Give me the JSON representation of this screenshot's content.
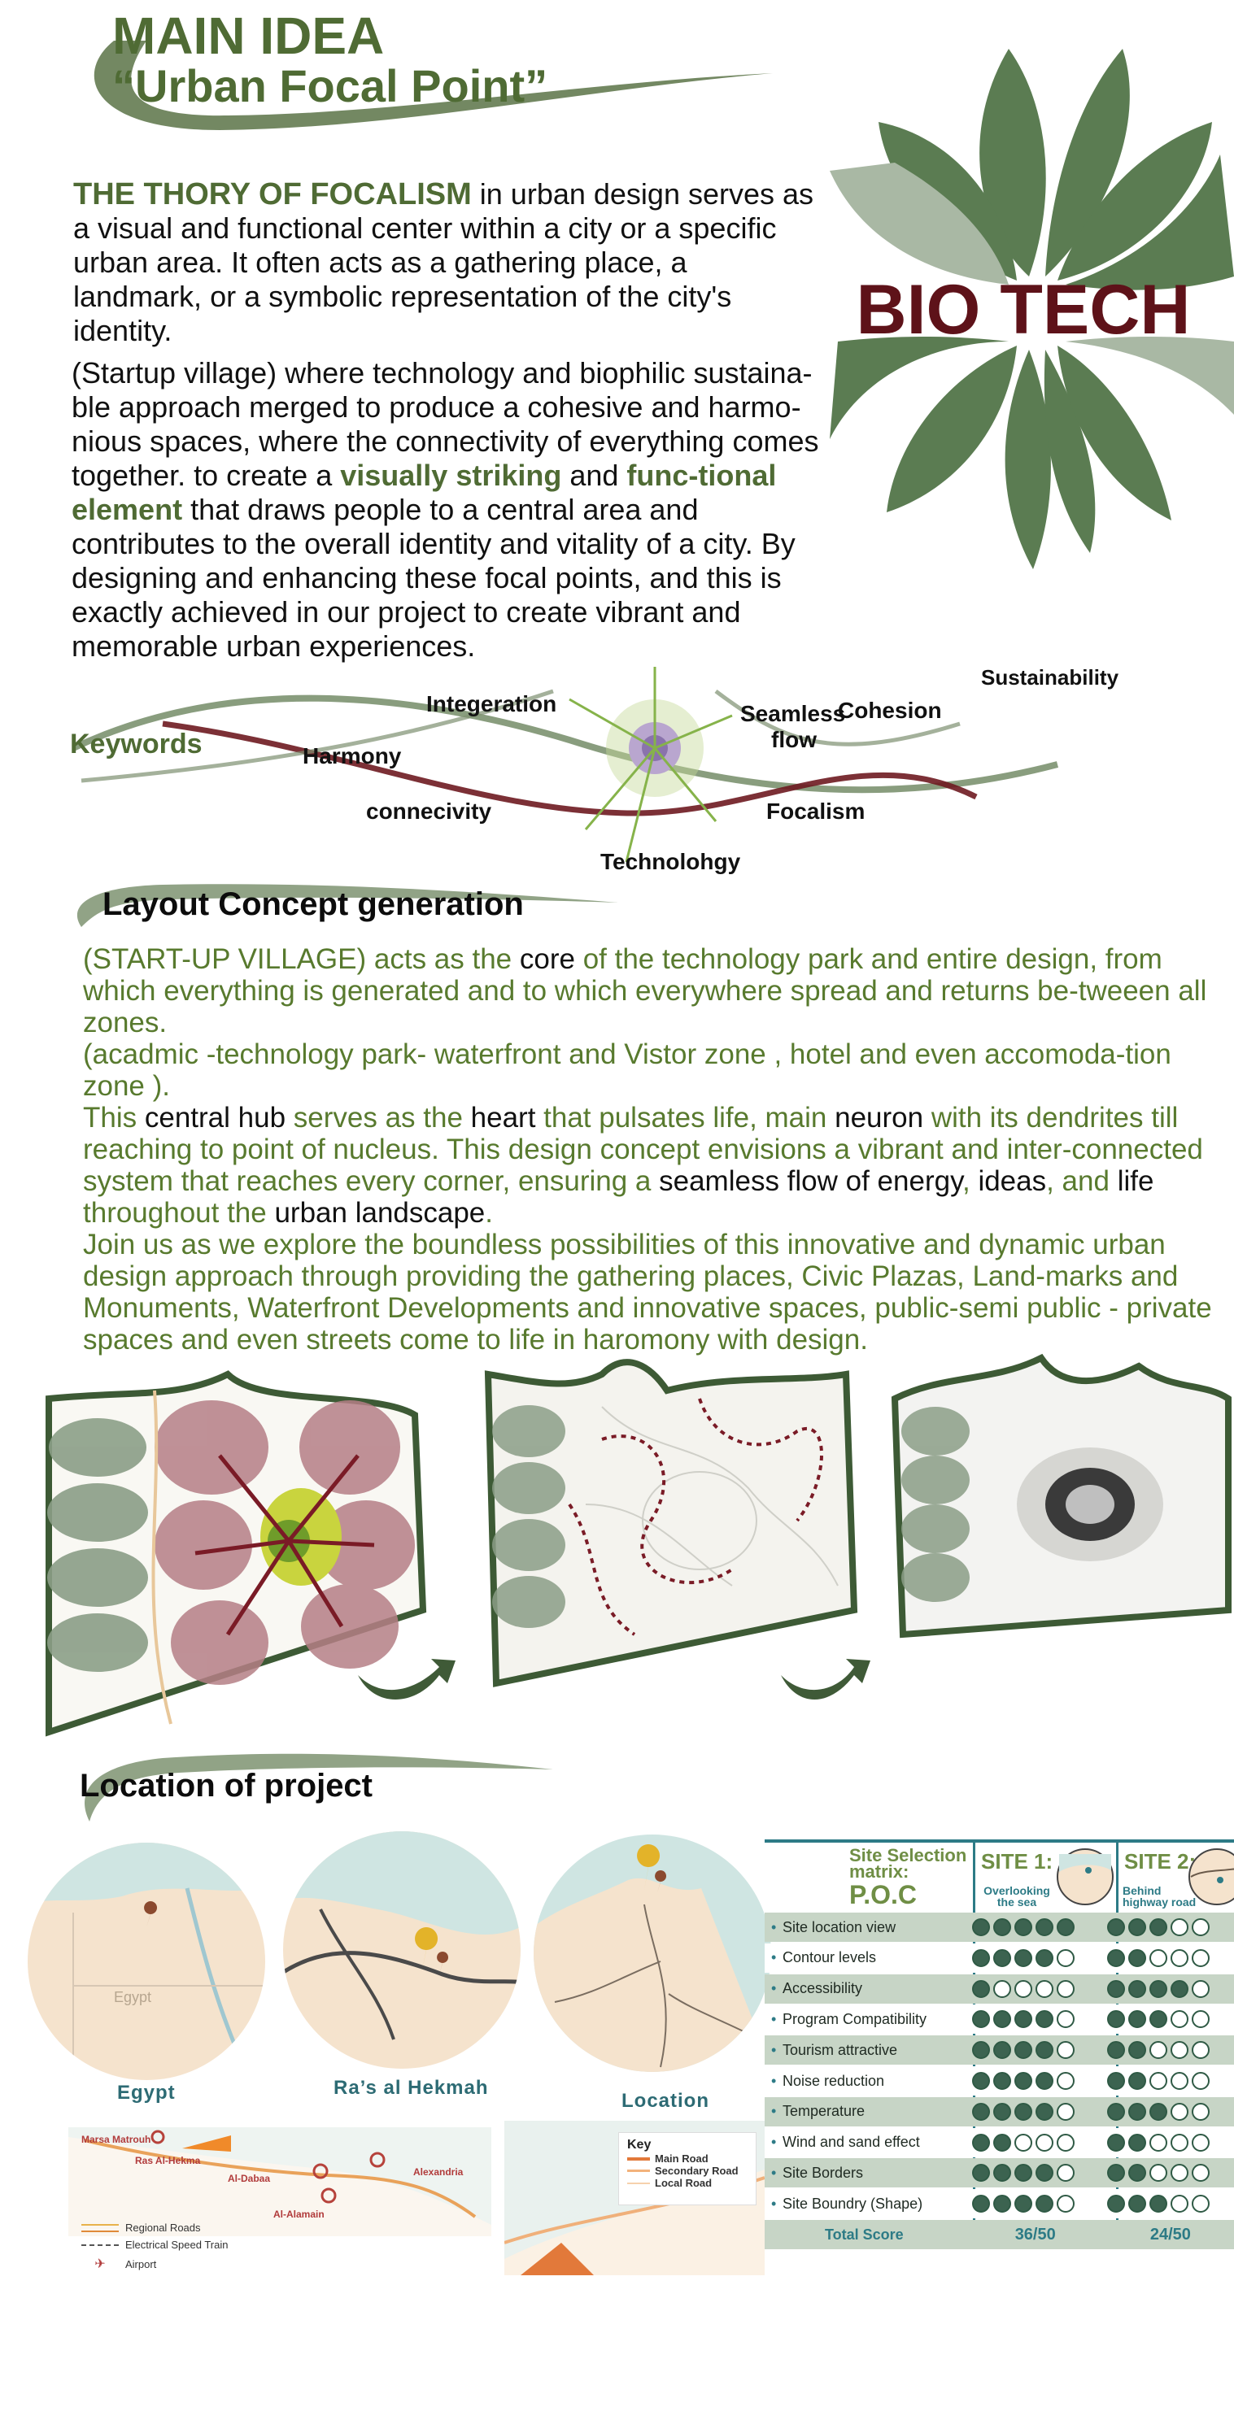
{
  "header": {
    "title": "MAIN IDEA",
    "subtitle": "“Urban Focal Point”"
  },
  "intro": {
    "theory_heading": "THE THORY OF FOCALISM",
    "theory_text": " in urban design serves as a visual and functional center within a city or a specific urban area. It often acts as a gathering place, a landmark, or a symbolic representation of the city's identity.",
    "startup_text_a": "(Startup village) where technology and biophilic sustaina-ble approach merged to produce  a cohesive and harmo-nious spaces, where the connectivity of everything comes together. to create a ",
    "startup_bold_1": "visually striking",
    "startup_text_b": " and ",
    "startup_bold_2": "func-tional element",
    "startup_text_c": " that draws people to a central area and contributes to the overall identity and vitality of a city. By designing and enhancing these focal points, and this is exactly achieved in our project to create vibrant and memorable urban experiences."
  },
  "logo": {
    "text": "BIO TECH",
    "leaf_color": "#5b7c52",
    "light_leaf_color": "#a9b8a4",
    "text_color": "#5e1219"
  },
  "keywords": {
    "label": "Keywords",
    "items": [
      "Integeration",
      "Harmony",
      "connecivity",
      "Technolohgy",
      "Seamless",
      "flow",
      "Cohesion",
      "Sustainability",
      "Focalism"
    ]
  },
  "layout_concept": {
    "heading": "Layout Concept generation",
    "p1_a": " (START-UP VILLAGE) acts as the ",
    "p1_core": "core",
    "p1_b": " of the technology park and entire design, from which everything is generated and to which everywhere spread and returns be-tweeen all zones.",
    "p2": "(acadmic -technology park- waterfront and Vistor zone , hotel and even accomoda-tion zone ).",
    "p3_a": "This ",
    "p3_hub": "central hub",
    "p3_b": " serves as the ",
    "p3_heart": "heart",
    "p3_c": " that pulsates life, main ",
    "p3_neuron": "neuron",
    "p3_d": " with its dendrites till reaching to point of nucleus. This design concept envisions a vibrant and inter-connected system that reaches every corner, ensuring a ",
    "p3_flow": "seamless flow of energy",
    "p3_e": ", ",
    "p3_ideas": "ideas",
    "p3_f": ", and ",
    "p3_life": "life",
    "p3_g": " throughout the ",
    "p3_urban": "urban landscape",
    "p3_h": ".",
    "p4": "Join us as we explore the boundless possibilities of this innovative and dynamic urban design approach through providing the gathering places, Civic Plazas, Land-marks and Monuments, Waterfront Developments and innovative spaces, public-semi public - private  spaces and even streets come to life in haromony with design."
  },
  "location": {
    "heading": "Location of project",
    "captions": [
      "Egypt",
      "Ra’s al Hekmah",
      "Location"
    ],
    "map1_label": "Egypt",
    "regional": {
      "places": [
        "Marsa Matrouh",
        "Ras Al-Hekma",
        "Al-Dabaa",
        "Al-Alamain",
        "Alexandria"
      ],
      "legend": [
        "Regional Roads",
        "Electrical Speed Train",
        "Airport"
      ]
    },
    "key": {
      "title": "Key",
      "items": [
        "Main Road",
        "Secondary Road",
        "Local Road"
      ]
    }
  },
  "matrix": {
    "title_a": "Site Selection",
    "title_b": "matrix:",
    "title_c": "P.O.C",
    "site1": "SITE 1:",
    "site1_desc_a": "Overlooking",
    "site1_desc_b": "the sea",
    "site2": "SITE 2:",
    "site2_desc_a": "Behind",
    "site2_desc_b": "highway road",
    "rows": [
      {
        "label": "Site location view",
        "s1": 5,
        "s2": 3
      },
      {
        "label": "Contour levels",
        "s1": 4,
        "s2": 2
      },
      {
        "label": "Accessibility",
        "s1": 1,
        "s2": 4
      },
      {
        "label": "Program Compatibility",
        "s1": 4,
        "s2": 3
      },
      {
        "label": "Tourism attractive",
        "s1": 4,
        "s2": 2
      },
      {
        "label": "Noise reduction",
        "s1": 4,
        "s2": 2
      },
      {
        "label": "Temperature",
        "s1": 4,
        "s2": 3
      },
      {
        "label": "Wind and sand effect",
        "s1": 2,
        "s2": 2
      },
      {
        "label": "Site Borders",
        "s1": 4,
        "s2": 2
      },
      {
        "label": "Site Boundry (Shape)",
        "s1": 4,
        "s2": 3
      }
    ],
    "total_label": "Total Score",
    "total_s1": "36/50",
    "total_s2": "24/50"
  }
}
